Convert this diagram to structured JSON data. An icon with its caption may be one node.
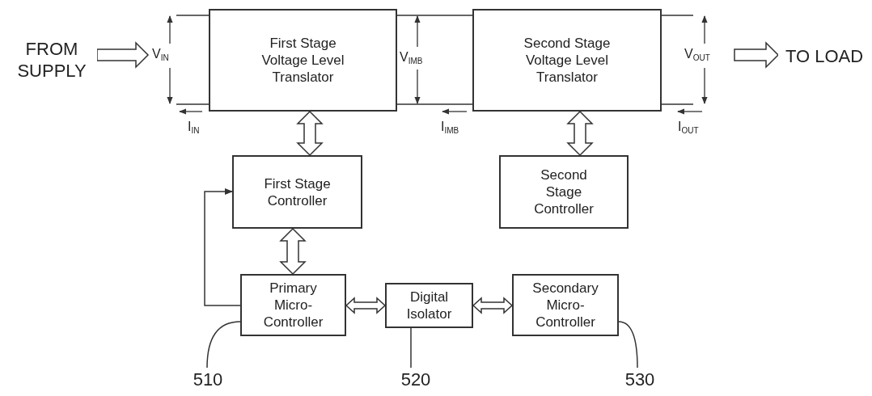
{
  "diagram": {
    "nodes": [
      {
        "text": [
          "FROM SUPPLY"
        ]
      },
      {
        "text": [
          "First Stage Voltage Level Translator"
        ]
      },
      {
        "text": [
          "Second Stage Voltage Level Translator"
        ]
      },
      {
        "text": [
          "TO LOAD"
        ]
      },
      {
        "text": [
          "First Stage Controller"
        ]
      },
      {
        "text": [
          "Second Stage Controller"
        ]
      },
      {
        "text": [
          "Primary Micro-Controller"
        ]
      },
      {
        "text": [
          "Digital Isolator"
        ]
      },
      {
        "text": [
          "Secondary Micro-Controller"
        ]
      },
      {
        "text": [
          "510"
        ]
      },
      {
        "text": [
          "520"
        ]
      },
      {
        "text": [
          "530"
        ]
      }
    ],
    "edges": [
      {
        "from": 0,
        "to": null,
        "arrow": "to",
        "style": "thick"
      },
      {
        "from": null,
        "to": 3,
        "arrow": "to",
        "style": "thick"
      },
      {
        "from": 1,
        "to": 2,
        "arrow": "none"
      },
      {
        "from": 1,
        "to": 2,
        "arrow": "none"
      },
      {
        "from": null,
        "to": 1,
        "arrow": "none"
      },
      {
        "from": null,
        "to": 1,
        "arrow": "none"
      },
      {
        "from": 2,
        "to": null,
        "arrow": "none"
      },
      {
        "from": 2,
        "to": null,
        "arrow": "none"
      },
      {
        "from": 1,
        "to": 4,
        "arrow": "both",
        "style": "thick"
      },
      {
        "from": 2,
        "to": 5,
        "arrow": "both",
        "style": "thick"
      },
      {
        "from": 4,
        "to": 6,
        "arrow": "both",
        "style": "thick"
      },
      {
        "from": 6,
        "to": 7,
        "arrow": "both",
        "style": "thick"
      },
      {
        "from": 7,
        "to": 8,
        "arrow": "both",
        "style": "thick"
      },
      {
        "from": 6,
        "to": 4,
        "arrow": "to"
      },
      {
        "from": 9,
        "to": 6,
        "arrow": "none"
      },
      {
        "from": 10,
        "to": 7,
        "arrow": "none"
      },
      {
        "from": 11,
        "to": 8,
        "arrow": "none"
      }
    ],
    "labels": [
      "V$_{IN}$",
      "V$_{IMB}$",
      "V$_{OUT}$",
      "I$_{IN}$",
      "I$_{IMB}$",
      "I$_{OUT}$"
    ]
  }
}
